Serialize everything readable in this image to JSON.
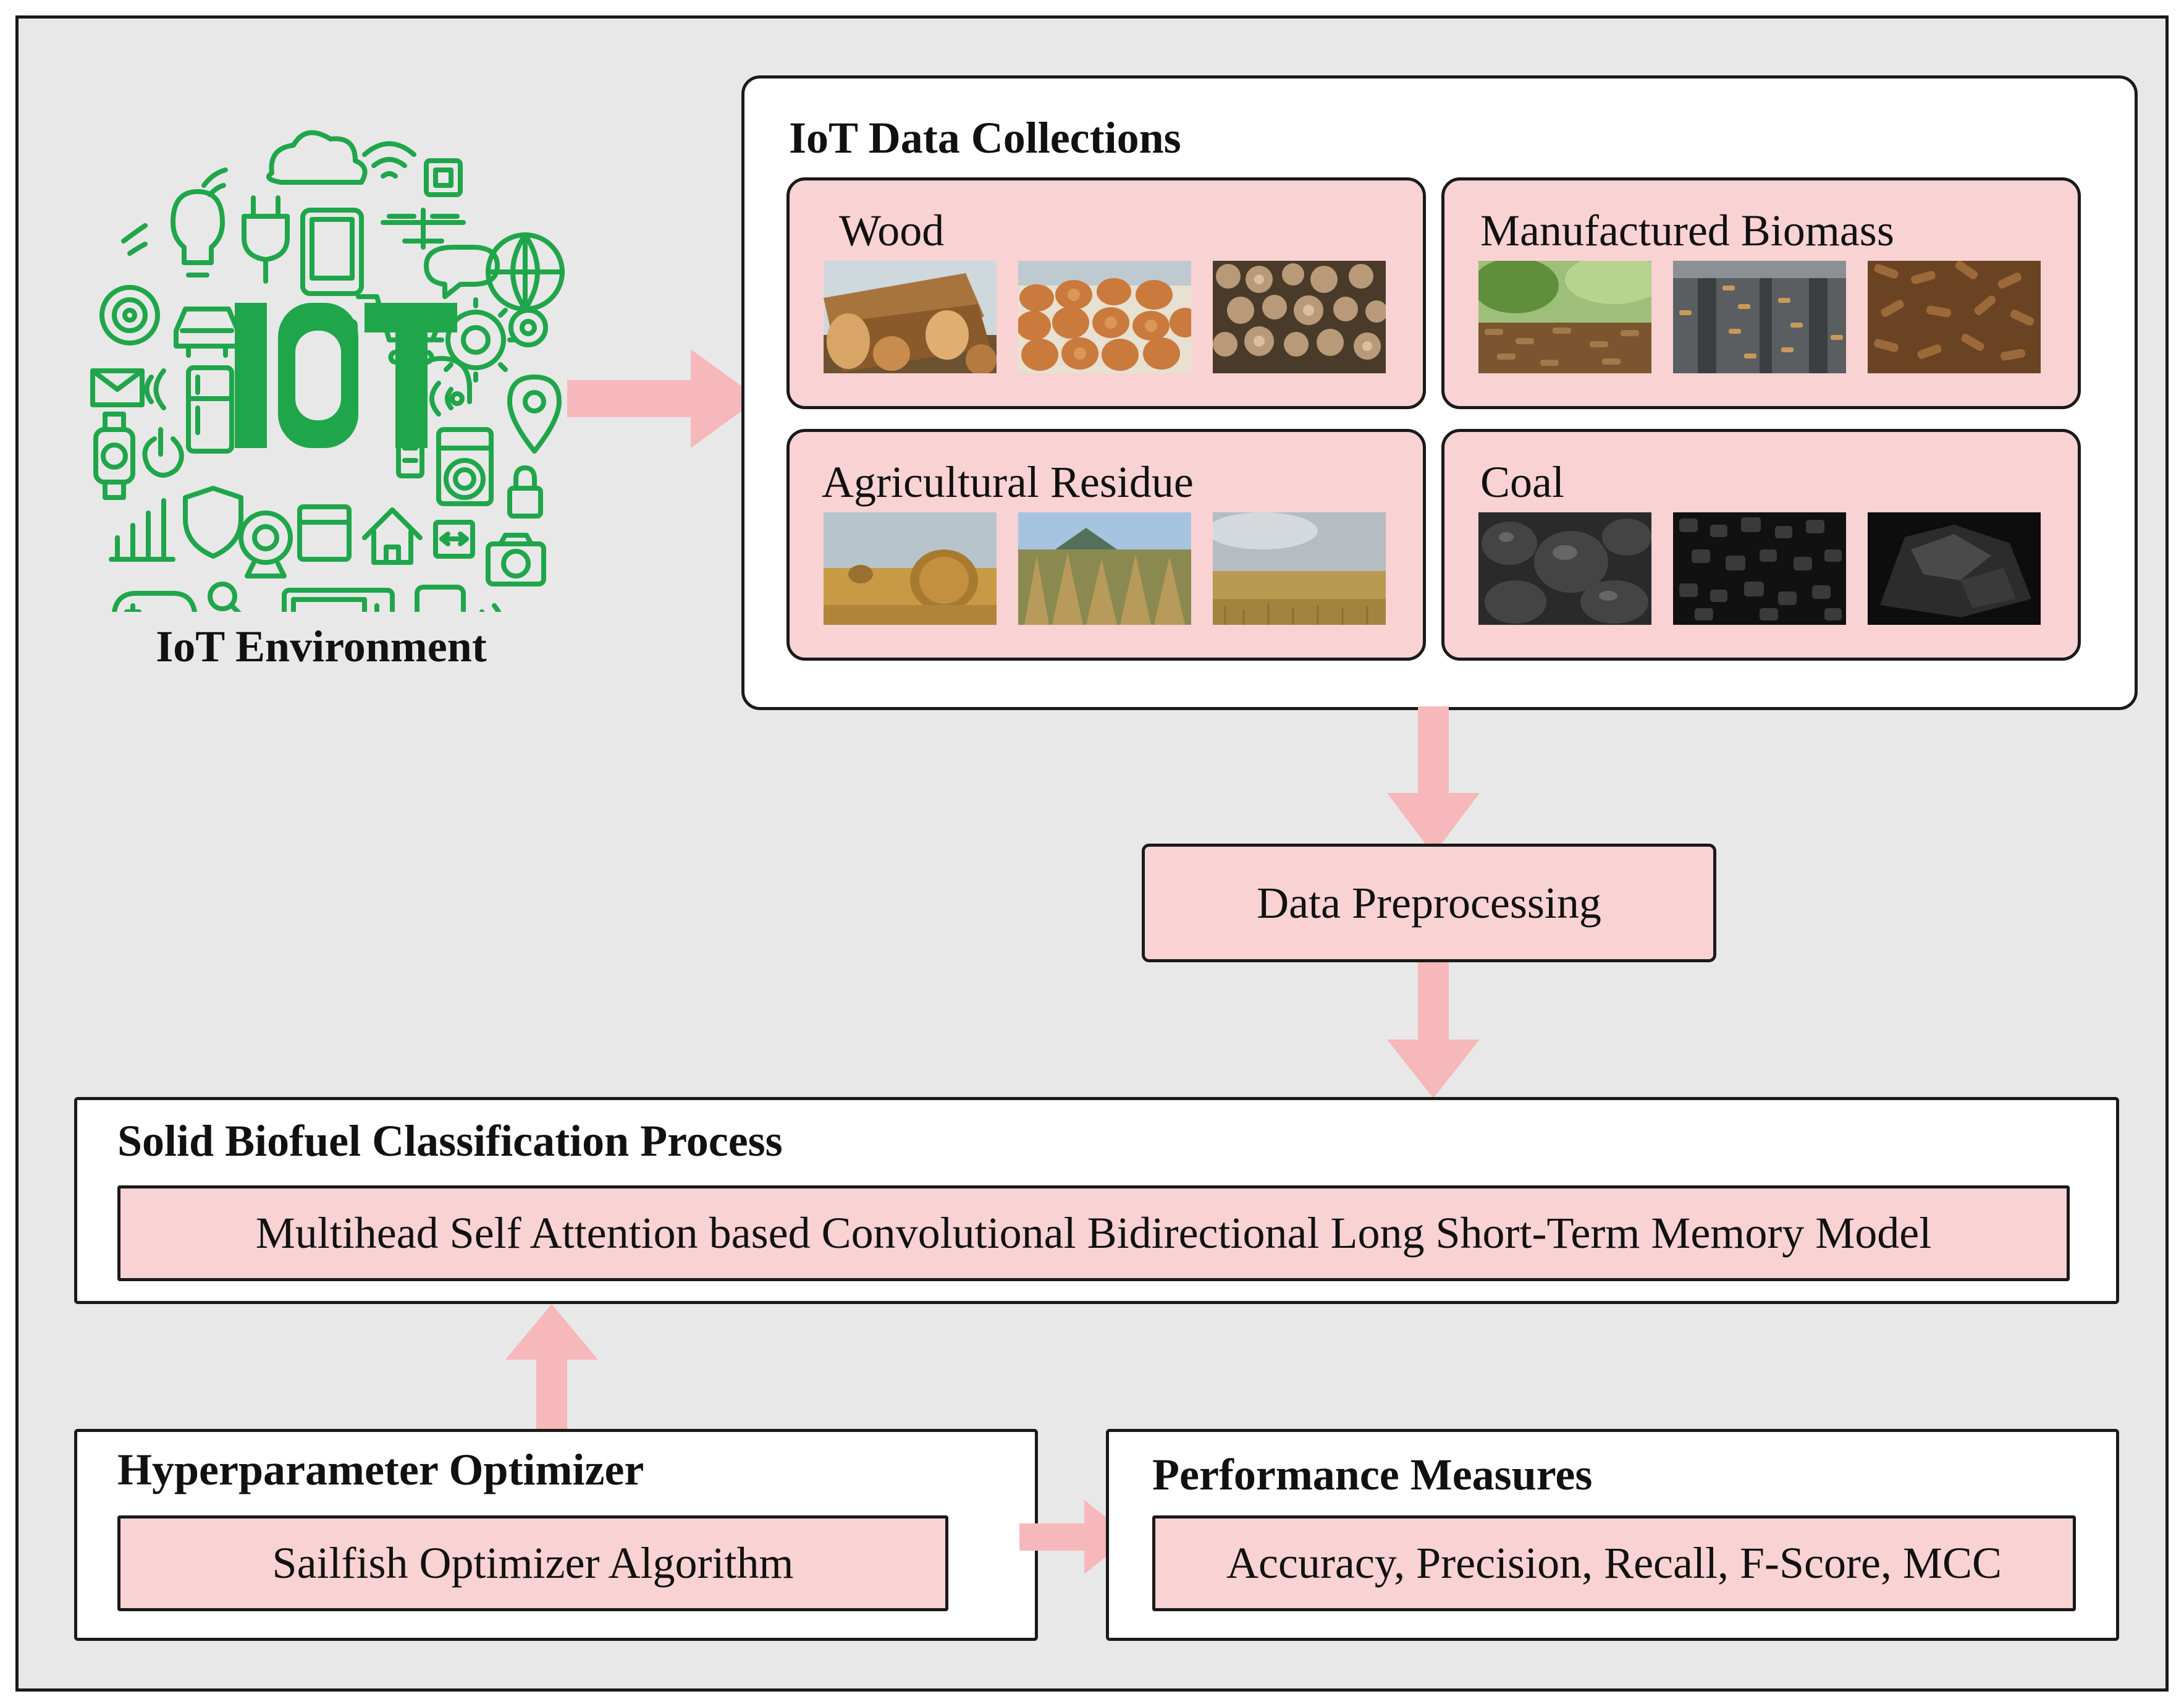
{
  "iot_environment": {
    "logo_text": "IoT",
    "label": "IoT Environment",
    "icon_color": "#20a64a"
  },
  "data_collections": {
    "title": "IoT Data Collections",
    "categories": [
      {
        "label": "Wood",
        "thumbnails": [
          "log-pile-thumbnail",
          "stacked-logs-thumbnail",
          "firewood-stack-thumbnail"
        ]
      },
      {
        "label": "Manufactured Biomass",
        "thumbnails": [
          "pellets-with-leaves-thumbnail",
          "pellet-machine-thumbnail",
          "pellets-closeup-thumbnail"
        ]
      },
      {
        "label": "Agricultural Residue",
        "thumbnails": [
          "hay-bales-field-thumbnail",
          "straw-bundles-thumbnail",
          "stubble-field-thumbnail"
        ]
      },
      {
        "label": "Coal",
        "thumbnails": [
          "coal-lumps-thumbnail",
          "coal-pieces-thumbnail",
          "coal-chunk-thumbnail"
        ]
      }
    ]
  },
  "preprocessing": {
    "label": "Data Preprocessing"
  },
  "classification": {
    "title": "Solid Biofuel Classification Process",
    "model": "Multihead Self Attention based Convolutional Bidirectional Long Short-Term Memory Model"
  },
  "optimizer": {
    "title": "Hyperparameter Optimizer",
    "algorithm": "Sailfish Optimizer Algorithm"
  },
  "performance": {
    "title": "Performance Measures",
    "metrics": "Accuracy, Precision, Recall, F-Score, MCC"
  },
  "colors": {
    "frame_bg": "#e8e8e8",
    "box_fill": "#f9d2d3",
    "arrow": "#f6b8ba",
    "border": "#1a1a1a"
  }
}
